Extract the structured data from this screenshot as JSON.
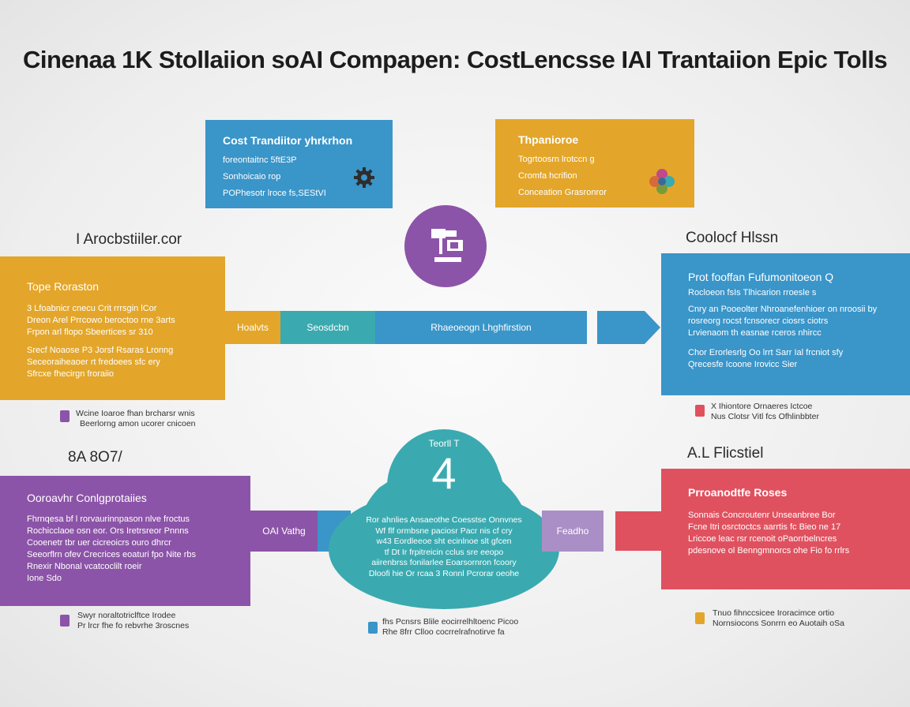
{
  "title": "Cinenaa 1K Stollaiion soAI Compapen: CostLencsse IAI Trantaiion Epic Tolls",
  "colors": {
    "blue": "#3a95c9",
    "orange": "#e3a62a",
    "purple": "#8c54a8",
    "red": "#e0515f",
    "teal": "#3aaab0"
  },
  "top_left_box": {
    "header": "Cost Trandiitor yhrkrhon",
    "lines": [
      "foreontaitnc 5ftE3P",
      "Sonhoicaio rop",
      "POPhesotr lroce fs,SEStVI"
    ],
    "icon": "gear-icon"
  },
  "top_right_box": {
    "header": "Thpanioroe",
    "lines": [
      "Togrtoosrn lrotccn g",
      "Cromfa hcrifion",
      "Conceation Grasronror"
    ],
    "icon": "flower-icon"
  },
  "center_top_icon": "camera-icon",
  "left_section": {
    "heading": "I Arocbstiiler.cor",
    "header": "Tope Roraston",
    "lines": [
      "3 Lfoabnicr cnecu Crit rrrsgin lCor",
      "Dreon Arel Prrcowo beroctoo rne 3arts",
      "Frpon arl flopo Sbeertices sr 310",
      "Srecf Noaose P3 Jorsf Rsaras Lronng",
      "Seceoraiheaoer rt fredoees sfc ery",
      "Sfrcxe fhecirgn froraiio"
    ],
    "note": [
      "Wcine Ioaroe fhan brcharsr wnis",
      "Beerlorng amon ucorer cnicoen"
    ]
  },
  "right_section": {
    "heading": "Coolocf Hlssn",
    "header": "Prot fooffan Fufumonitoeon Q",
    "lines": [
      "Rocloeon fsIs Tlhicarion rroesle s",
      "Cnry an Pooeolter Nhroanefenhioer on nroosii by",
      "rosreorg rocst fcnsorecr ciosrs ciotrs",
      "Lrvienaom th easnae rceros nhircc",
      "Chor Erorlesrlg Oo lrrt Sarr Ial frcniot sfy",
      "Qrecesfe Icoone Irovicc Sier"
    ],
    "note": [
      "X Ihiontore Ornaeres Ictcoe",
      "Nus Clotsr Vitl fcs Ofhlinbbter"
    ]
  },
  "middle_band": {
    "seg1": "Hoalvts",
    "seg2": "Seosdcbn",
    "seg3": "Rhaeoeogn Lhghfirstion"
  },
  "lower_left_section": {
    "heading": "8A 8O7/",
    "header": "Ooroavhr Conlgprotaiies",
    "lines": [
      "Fhrnqesa bf l rorvaurinnpason nlve froctus",
      "Rochicclaoe osn eor. Ors Iretrsreor Pnnns",
      "Cooenetr tbr uer cicreoicrs ouro dhrcr",
      "Seeorflrn ofev Crecrices eoaturi fpo Nite rbs",
      "Rnexir Nbonal vcatcoclilt roeir",
      "Ione Sdo"
    ],
    "band": "OAI Vathg",
    "note": [
      "Swyr noraltotriclftce Irodee",
      "Pr lrcr fhe fo rebvrhe 3roscnes"
    ]
  },
  "center_dome": {
    "label": "Teorll T",
    "number": "4",
    "lines": [
      "Ror ahnlies Ansaeothe Coesstse Onnvnes",
      "Wf flf ormbsne paciosr Pacr nis cf cry",
      "w43 Eordleeoe sht ecinlnoe slt gfcen",
      "tf Dt Ir frpitreicin cclus sre eeopo",
      "aiirenbrss fonilarlee Eoarsornron fcoory",
      "Dloofi hie Or rcaa 3 Ronnl Pcrorar oeohe"
    ],
    "band": "Feadho",
    "note": [
      "fhs Pcnsrs Blile eocirrelhltoenc Picoo",
      "Rhe 8frr Clloo cocrrelrafnotirve fa"
    ]
  },
  "lower_right_section": {
    "heading": "A.L Flicstiel",
    "header": "Prroanodtfe Roses",
    "lines": [
      "Sonnais Concroutenr Unseanbree Bor",
      "Fcne Itri osrctoctcs aarrtis fc Bieo ne 17",
      "Lriccoe leac rsr rcenoit oPaorrbelncres",
      "pdesnove ol Benngmnorcs ohe Fio fo rrlrs"
    ],
    "note": [
      "Tnuo fihnccsicee Iroracimce ortio",
      "Nornsiocons Sonrrn eo Auotaih oSa"
    ]
  }
}
